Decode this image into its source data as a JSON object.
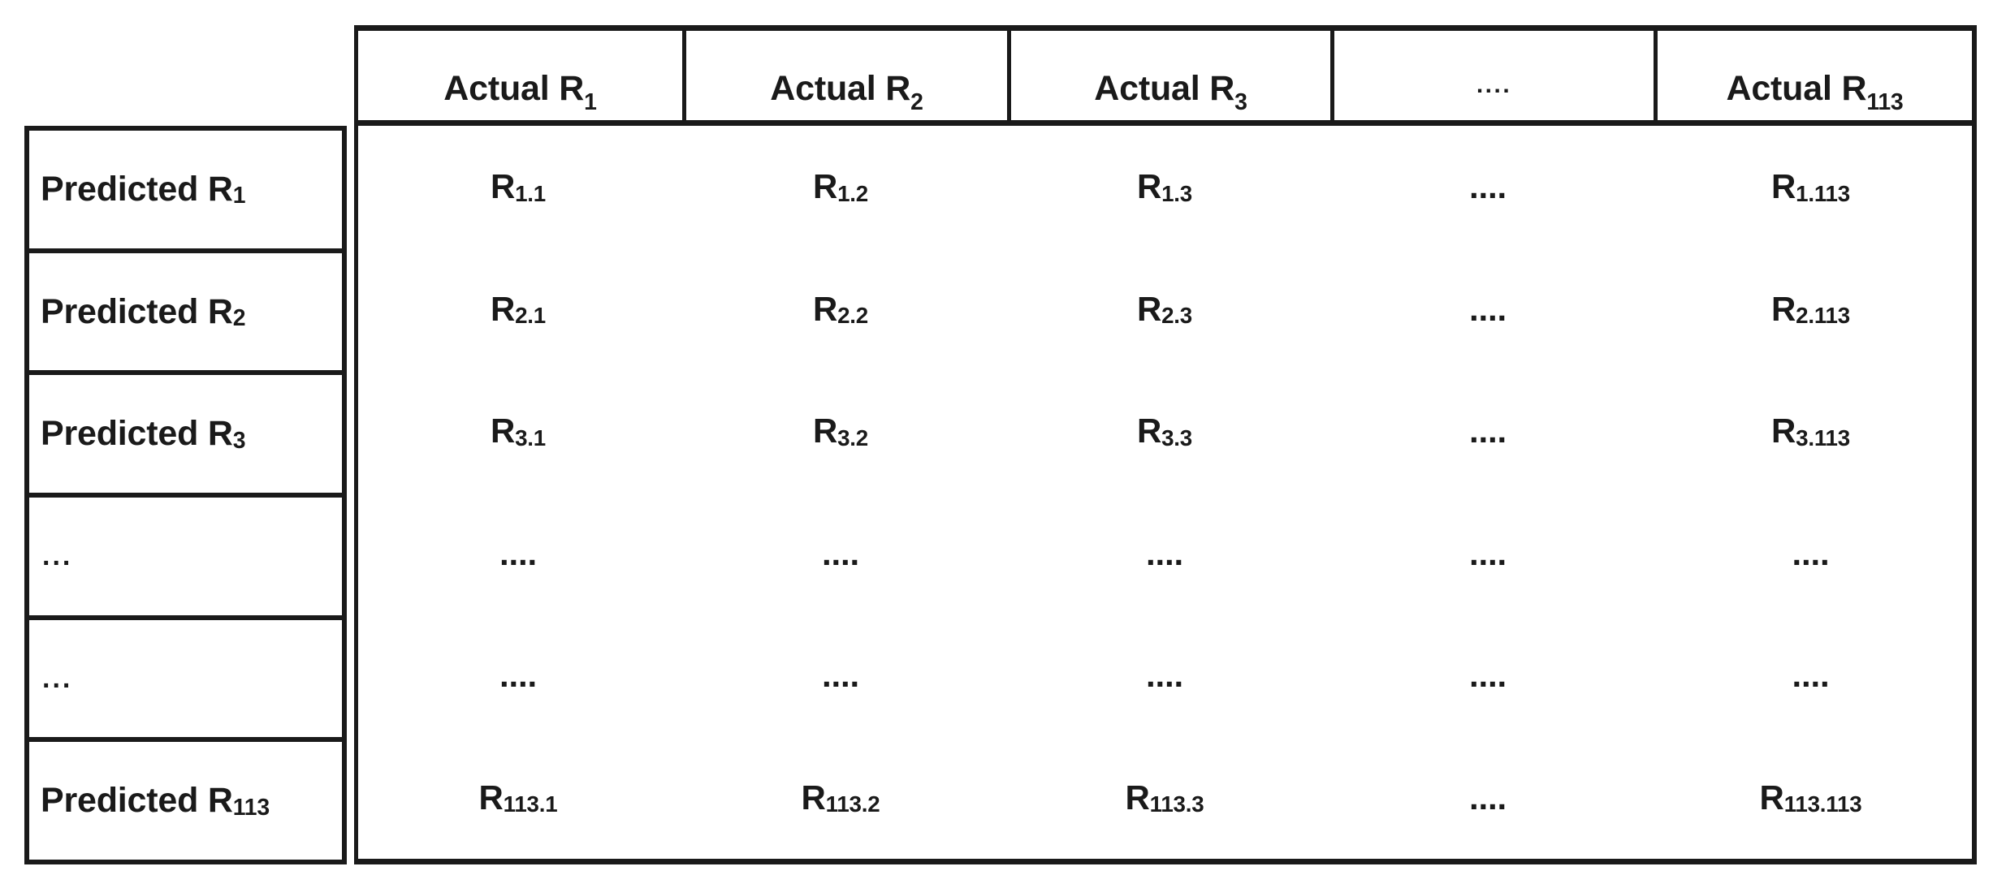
{
  "figure": {
    "kind": "confusion-matrix-schematic",
    "ellipsis_short": "...",
    "ellipsis_long": "....",
    "ink_color": "#1a1a1a",
    "background_color": "#ffffff"
  },
  "column_headers": [
    {
      "base": "Actual R",
      "sub": "1",
      "text": "Actual R1",
      "ellipsis": false
    },
    {
      "base": "Actual R",
      "sub": "2",
      "text": "Actual R2",
      "ellipsis": false
    },
    {
      "base": "Actual R",
      "sub": "3",
      "text": "Actual R3",
      "ellipsis": false
    },
    {
      "base": "....",
      "sub": "",
      "text": "....",
      "ellipsis": true
    },
    {
      "base": "Actual R",
      "sub": "113",
      "text": "Actual R113",
      "ellipsis": false
    }
  ],
  "row_headers": [
    {
      "base": "Predicted R",
      "sub": "1",
      "text": "Predicted R1",
      "ellipsis": false
    },
    {
      "base": "Predicted R",
      "sub": "2",
      "text": "Predicted R2",
      "ellipsis": false
    },
    {
      "base": "Predicted R",
      "sub": "3",
      "text": "Predicted R3",
      "ellipsis": false
    },
    {
      "base": "...",
      "sub": "",
      "text": "...",
      "ellipsis": true
    },
    {
      "base": "...",
      "sub": "",
      "text": "...",
      "ellipsis": true
    },
    {
      "base": "Predicted R",
      "sub": "113",
      "text": "Predicted R113",
      "ellipsis": false
    }
  ],
  "cells": [
    [
      {
        "base": "R",
        "sub": "1.1",
        "text": "R1.1",
        "ellipsis": false
      },
      {
        "base": "R",
        "sub": "1.2",
        "text": "R1.2",
        "ellipsis": false
      },
      {
        "base": "R",
        "sub": "1.3",
        "text": "R1.3",
        "ellipsis": false
      },
      {
        "base": "....",
        "sub": "",
        "text": "....",
        "ellipsis": true
      },
      {
        "base": "R",
        "sub": "1.113",
        "text": "R1.113",
        "ellipsis": false
      }
    ],
    [
      {
        "base": "R",
        "sub": "2.1",
        "text": "R2.1",
        "ellipsis": false
      },
      {
        "base": "R",
        "sub": "2.2",
        "text": "R2.2",
        "ellipsis": false
      },
      {
        "base": "R",
        "sub": "2.3",
        "text": "R2.3",
        "ellipsis": false
      },
      {
        "base": "....",
        "sub": "",
        "text": "....",
        "ellipsis": true
      },
      {
        "base": "R",
        "sub": "2.113",
        "text": "R2.113",
        "ellipsis": false
      }
    ],
    [
      {
        "base": "R",
        "sub": "3.1",
        "text": "R3.1",
        "ellipsis": false
      },
      {
        "base": "R",
        "sub": "3.2",
        "text": "R3.2",
        "ellipsis": false
      },
      {
        "base": "R",
        "sub": "3.3",
        "text": "R3.3",
        "ellipsis": false
      },
      {
        "base": "....",
        "sub": "",
        "text": "....",
        "ellipsis": true
      },
      {
        "base": "R",
        "sub": "3.113",
        "text": "R3.113",
        "ellipsis": false
      }
    ],
    [
      {
        "base": "....",
        "sub": "",
        "text": "....",
        "ellipsis": true
      },
      {
        "base": "....",
        "sub": "",
        "text": "....",
        "ellipsis": true
      },
      {
        "base": "....",
        "sub": "",
        "text": "....",
        "ellipsis": true
      },
      {
        "base": "....",
        "sub": "",
        "text": "....",
        "ellipsis": true
      },
      {
        "base": "....",
        "sub": "",
        "text": "....",
        "ellipsis": true
      }
    ],
    [
      {
        "base": "....",
        "sub": "",
        "text": "....",
        "ellipsis": true
      },
      {
        "base": "....",
        "sub": "",
        "text": "....",
        "ellipsis": true
      },
      {
        "base": "....",
        "sub": "",
        "text": "....",
        "ellipsis": true
      },
      {
        "base": "....",
        "sub": "",
        "text": "....",
        "ellipsis": true
      },
      {
        "base": "....",
        "sub": "",
        "text": "....",
        "ellipsis": true
      }
    ],
    [
      {
        "base": "R",
        "sub": "113.1",
        "text": "R113.1",
        "ellipsis": false
      },
      {
        "base": "R",
        "sub": "113.2",
        "text": "R113.2",
        "ellipsis": false
      },
      {
        "base": "R",
        "sub": "113.3",
        "text": "R113.3",
        "ellipsis": false
      },
      {
        "base": "....",
        "sub": "",
        "text": "....",
        "ellipsis": true
      },
      {
        "base": "R",
        "sub": "113.113",
        "text": "R113.113",
        "ellipsis": false
      }
    ]
  ]
}
